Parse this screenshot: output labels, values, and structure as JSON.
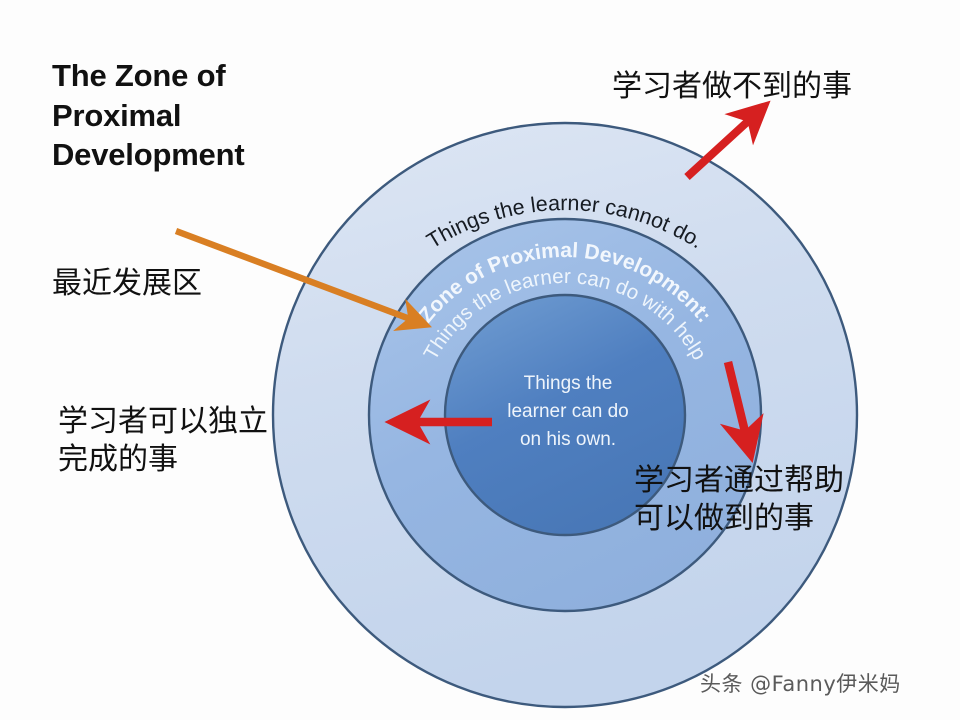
{
  "diagram": {
    "title_en": "The Zone of\nProximal\nDevelopment",
    "title_cn": "最近发展区",
    "watermark": "头条 @Fanny伊米妈",
    "rings": {
      "outer": {
        "arc_label_en": "Things the learner cannot do.",
        "label_cn": "学习者做不到的事",
        "fill_color": "#cfdcef",
        "stroke_color": "#3d5a7d"
      },
      "middle": {
        "arc_label_en_bold": "Zone of Proximal Development:",
        "arc_label_en": "Things the learner can do with help",
        "label_cn": "学习者通过帮助\n可以做到的事",
        "fill_color": "#96b6e2",
        "stroke_color": "#3d5a7d"
      },
      "inner": {
        "label_en": "Things the\nlearner can do\non his own.",
        "label_cn": "学习者可以独立\n完成的事",
        "fill_color": "#4f7fc0",
        "stroke_color": "#3d5a7d"
      }
    },
    "arrows": {
      "title_pointer_color": "#d97f23",
      "callout_color": "#d62020"
    }
  },
  "chart_data": {
    "type": "diagram",
    "title": "The Zone of Proximal Development",
    "layout": "concentric-circles",
    "center": [
      565,
      415
    ],
    "rings": [
      {
        "name": "outer",
        "radius": 292,
        "label_en": "Things the learner cannot do.",
        "label_cn": "学习者做不到的事",
        "fill": "#cfdcef"
      },
      {
        "name": "middle",
        "radius": 196,
        "label_en": "Zone of Proximal Development: Things the learner can do with help",
        "label_cn": "学习者通过帮助可以做到的事",
        "fill": "#96b6e2"
      },
      {
        "name": "inner",
        "radius": 120,
        "label_en": "Things the learner can do on his own.",
        "label_cn": "学习者可以独立完成的事",
        "fill": "#4f7fc0"
      }
    ]
  }
}
